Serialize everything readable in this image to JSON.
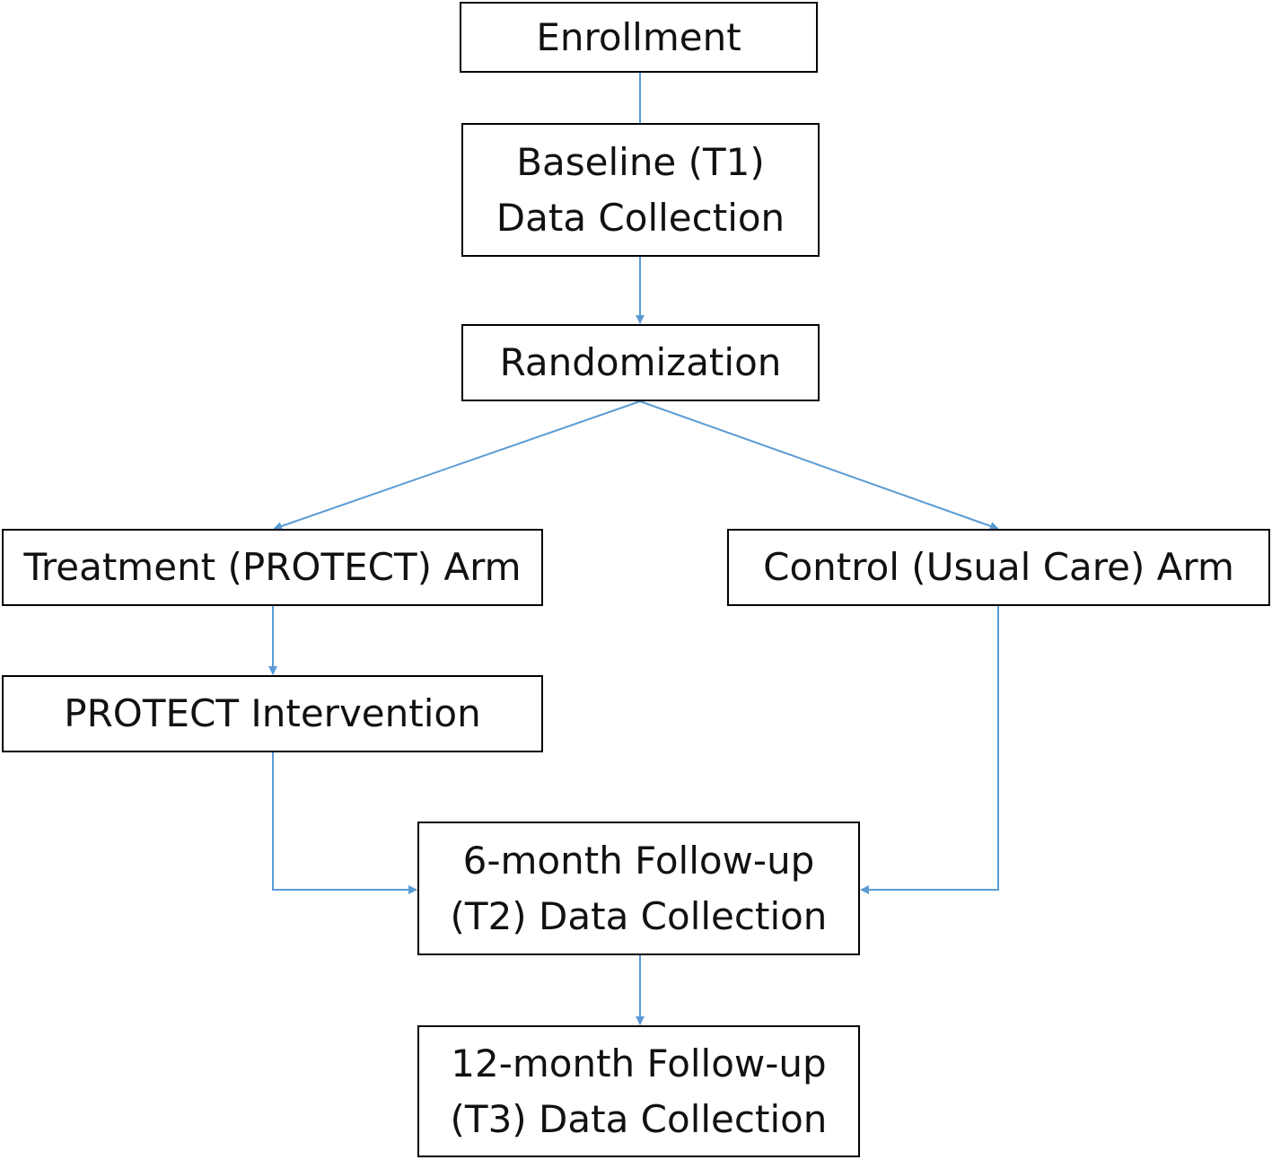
{
  "colors": {
    "connector": "#5b9bd5",
    "box_border": "#000000",
    "text": "#111111"
  },
  "nodes": {
    "enrollment": "Enrollment",
    "baseline": "Baseline (T1)\nData Collection",
    "randomization": "Randomization",
    "treatment_arm": "Treatment (PROTECT) Arm",
    "control_arm": "Control (Usual Care) Arm",
    "intervention": "PROTECT Intervention",
    "followup_6": "6-month Follow-up\n(T2) Data Collection",
    "followup_12": "12-month Follow-up\n(T3) Data Collection"
  }
}
